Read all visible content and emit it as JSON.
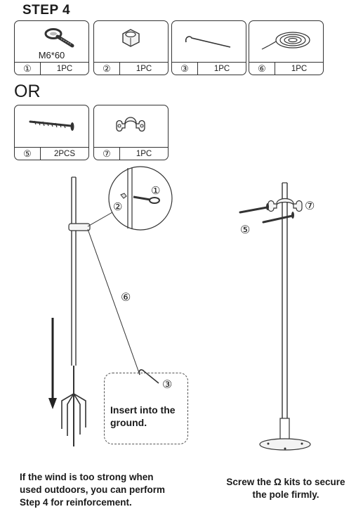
{
  "step_title": "STEP 4",
  "or_label": "OR",
  "parts_top": [
    {
      "num": "①",
      "qty": "1PC",
      "spec": "M6*60",
      "icon": "eye-bolt-icon"
    },
    {
      "num": "②",
      "qty": "1PC",
      "icon": "hex-nut-icon"
    },
    {
      "num": "③",
      "qty": "1PC",
      "icon": "ground-stake-icon"
    },
    {
      "num": "⑥",
      "qty": "1PC",
      "icon": "wire-coil-icon"
    }
  ],
  "parts_bottom": [
    {
      "num": "⑤",
      "qty": "2PCS",
      "icon": "screw-icon"
    },
    {
      "num": "⑦",
      "qty": "1PC",
      "icon": "omega-clamp-icon"
    }
  ],
  "diagram_left": {
    "callout_1": "①",
    "callout_2": "②",
    "callout_6": "⑥",
    "callout_3": "③",
    "insert_text_line1": "Insert into the",
    "insert_text_line2": "ground."
  },
  "diagram_right": {
    "callout_7": "⑦",
    "callout_5": "⑤"
  },
  "caption_left": {
    "line1": "If the wind is too strong when",
    "line2": "used outdoors, you can perform",
    "line3": "Step 4 for reinforcement."
  },
  "caption_right": {
    "line1": "Screw the Ω kits to secure",
    "line2": "the pole firmly."
  }
}
